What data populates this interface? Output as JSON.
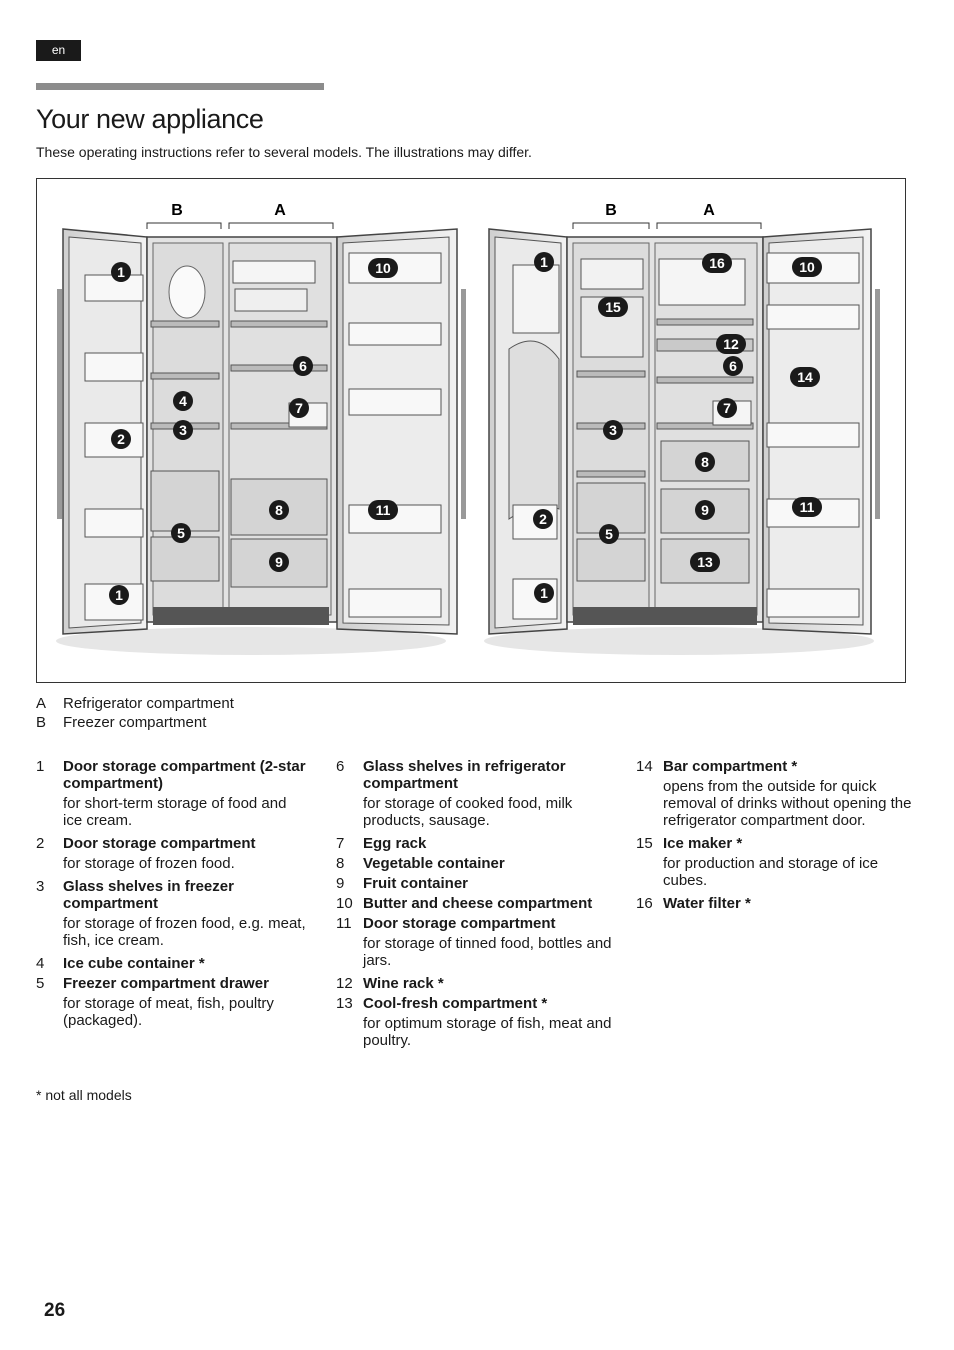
{
  "lang_tag": "en",
  "title": "Your new appliance",
  "subtitle": "These operating instructions refer to several models. The illustrations may differ.",
  "figure": {
    "left_labels": {
      "b": "B",
      "a": "A"
    },
    "right_labels": {
      "b": "B",
      "a": "A"
    },
    "left_callouts": [
      "1",
      "10",
      "6",
      "4",
      "7",
      "3",
      "2",
      "8",
      "11",
      "5",
      "9",
      "1"
    ],
    "right_callouts": [
      "1",
      "16",
      "10",
      "15",
      "12",
      "6",
      "14",
      "7",
      "3",
      "8",
      "2",
      "9",
      "11",
      "5",
      "13",
      "1"
    ]
  },
  "legend_ab": [
    {
      "key": "A",
      "text": "Refrigerator compartment"
    },
    {
      "key": "B",
      "text": "Freezer compartment"
    }
  ],
  "items": {
    "i1": {
      "n": "1",
      "title": "Door storage compartment (2-star compartment)",
      "desc": "for short-term storage of food and ice cream."
    },
    "i2": {
      "n": "2",
      "title": "Door storage compartment",
      "desc": "for storage of frozen food."
    },
    "i3": {
      "n": "3",
      "title": "Glass shelves in freezer compartment",
      "desc": "for storage of frozen food, e.g. meat, fish, ice cream."
    },
    "i4": {
      "n": "4",
      "title": "Ice cube container *"
    },
    "i5": {
      "n": "5",
      "title": "Freezer compartment drawer",
      "desc": "for storage of meat, fish, poultry (packaged)."
    },
    "i6": {
      "n": "6",
      "title": "Glass shelves in refrigerator compartment",
      "desc": "for storage of cooked food, milk products, sausage."
    },
    "i7": {
      "n": "7",
      "title": "Egg rack"
    },
    "i8": {
      "n": "8",
      "title": "Vegetable container"
    },
    "i9": {
      "n": "9",
      "title": "Fruit container"
    },
    "i10": {
      "n": "10",
      "title": "Butter and cheese compartment"
    },
    "i11": {
      "n": "11",
      "title": "Door storage compartment",
      "desc": "for storage of tinned food, bottles and jars."
    },
    "i12": {
      "n": "12",
      "title": "Wine rack *"
    },
    "i13": {
      "n": "13",
      "title": "Cool-fresh compartment *",
      "desc": "for optimum storage of fish, meat and poultry."
    },
    "i14": {
      "n": "14",
      "title": "Bar compartment *",
      "desc": "opens from the outside for quick removal of drinks without opening the refrigerator compartment door."
    },
    "i15": {
      "n": "15",
      "title": "Ice maker *",
      "desc": "for production and storage of ice cubes."
    },
    "i16": {
      "n": "16",
      "title": "Water filter *"
    }
  },
  "footnote": "*   not all models",
  "page_number": "26"
}
